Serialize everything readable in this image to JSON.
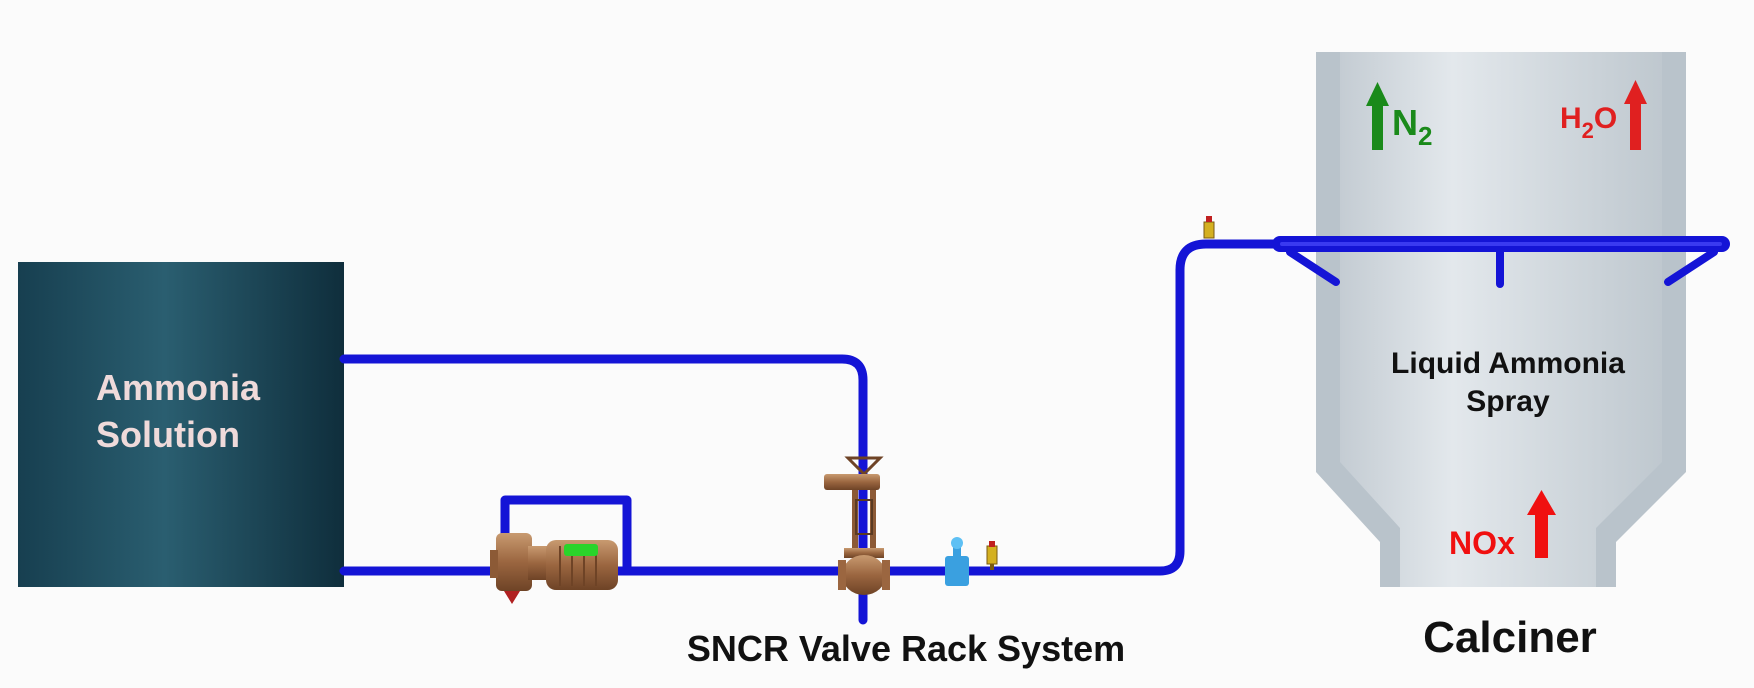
{
  "tank": {
    "line1": "Ammonia",
    "line2": "Solution"
  },
  "calciner": {
    "title": "Calciner",
    "spray_line1": "Liquid Ammonia",
    "spray_line2": "Spray",
    "gas_n2_main": "N",
    "gas_n2_sub": "2",
    "gas_h2o_h": "H",
    "gas_h2o_sub": "2",
    "gas_h2o_o": "O",
    "gas_nox": "NOx"
  },
  "valve_rack": {
    "label": "SNCR Valve Rack System"
  },
  "colors": {
    "pipe": "#1414d6",
    "tank": "#1b4a5c",
    "calciner": "#cfd8df",
    "n2_arrow": "#1a8a1a",
    "h2o_arrow": "#e02020",
    "nox_arrow": "#f01010",
    "valve_bronze": "#a8744a",
    "flowmeter": "#3aa0e0",
    "motor_cap": "#2ad42a"
  },
  "icons": [
    "pump-icon",
    "control-valve-icon",
    "flowmeter-icon",
    "pressure-gauge-icon",
    "spray-nozzle-icon",
    "up-arrow-icon"
  ]
}
